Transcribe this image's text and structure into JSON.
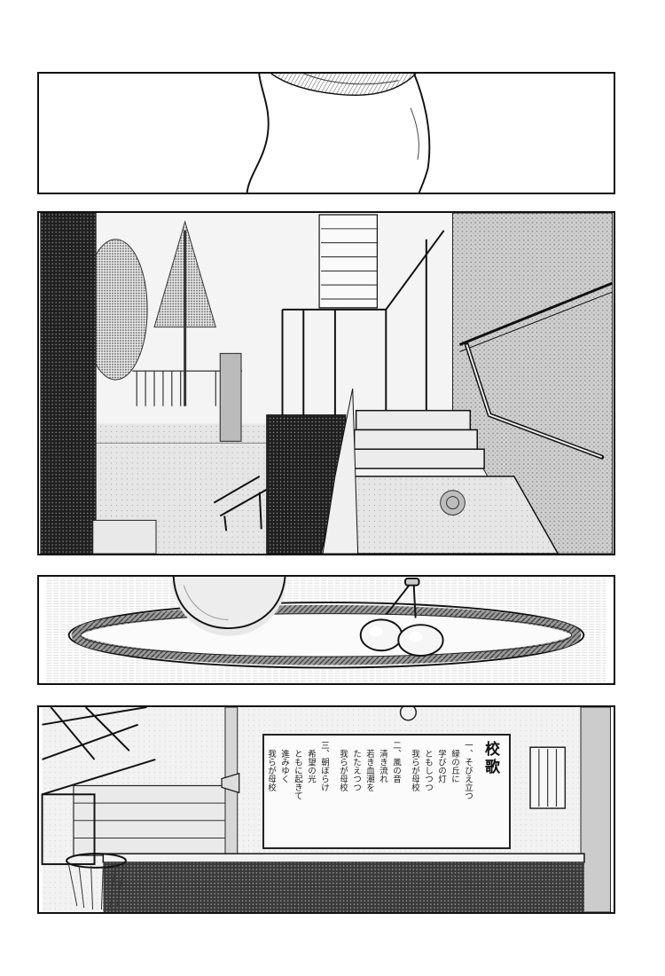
{
  "page": {
    "kind": "manga-page",
    "panel_count": 4
  },
  "school_song": {
    "title": "校歌",
    "verses": [
      "一、そびえ立つ\n　緑の丘に\n　学びの灯\n　ともしつつ\n　我らが母校",
      "二、風の音\n　清き流れ\n　若き血潮を\n　たたえつつ\n　我らが母校",
      "三、朝ぼらけ\n　希望の光\n　ともに起きて\n　進みゆく\n　我らが母校"
    ]
  },
  "colors": {
    "ink": "#111111",
    "paper": "#ffffff",
    "tone_dark": "#2a2a2a",
    "tone_mid": "#8a8a8a",
    "tone_light": "#d8d8d8"
  }
}
